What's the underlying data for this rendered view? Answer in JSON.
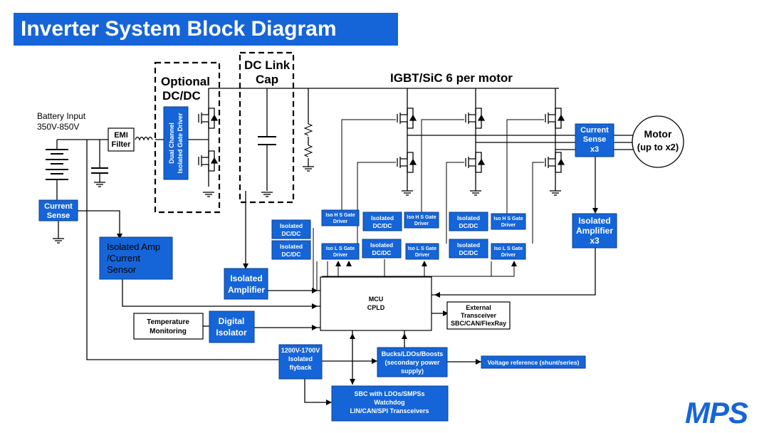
{
  "title": "Inverter System Block Diagram",
  "labels": {
    "battery_line1": "Battery Input",
    "battery_line2": "350V-850V",
    "optional_line1": "Optional",
    "optional_line2": "DC/DC",
    "dclink_line1": "DC Link",
    "dclink_line2": "Cap",
    "igbt": "IGBT/SiC 6 per motor",
    "motor_line1": "Motor",
    "motor_line2": "(up to x2)"
  },
  "blocks": {
    "emi_filter": [
      "EMI",
      "Filter"
    ],
    "dual_gate_driver": [
      "Dual Channel",
      "Isolated Gate Driver"
    ],
    "current_sense_batt": [
      "Current",
      "Sense"
    ],
    "current_sense_motor": [
      "Current",
      "Sense",
      "x3"
    ],
    "isolated_amp_current": [
      "Isolated Amp",
      "/Current",
      "Sensor"
    ],
    "isolated_amplifier": [
      "Isolated",
      "Amplifier"
    ],
    "isolated_amplifier_x3": [
      "Isolated",
      "Amplifier",
      "x3"
    ],
    "temperature_monitoring": [
      "Temperature",
      "Monitoring"
    ],
    "digital_isolator": [
      "Digital",
      "Isolator"
    ],
    "mcu": [
      "MCU",
      "CPLD"
    ],
    "external_transceiver": [
      "External",
      "Transceiver",
      "SBC/CAN/FlexRay"
    ],
    "flyback": [
      "1200V-1700V",
      "Isolated",
      "flyback"
    ],
    "bucks": [
      "Bucks/LDOs/Boosts",
      "(secondary power",
      "supply)"
    ],
    "voltage_reference": [
      "Voltage reference (shunt/series)"
    ],
    "sbc": [
      "SBC with LDOs/SMPSs",
      "Watchdog",
      "LIN/CAN/SPI Transceivers"
    ],
    "iso_dcdc": [
      "Isolated",
      "DC/DC"
    ],
    "iso_hs_gate": [
      "Iso H S Gate",
      "Driver"
    ],
    "iso_ls_gate": [
      "Iso L S Gate",
      "Driver"
    ]
  },
  "logo": "MPS",
  "colors": {
    "accent": "#1565d8",
    "motor_text": "#2e9b4a",
    "logo": "#1565d8"
  }
}
